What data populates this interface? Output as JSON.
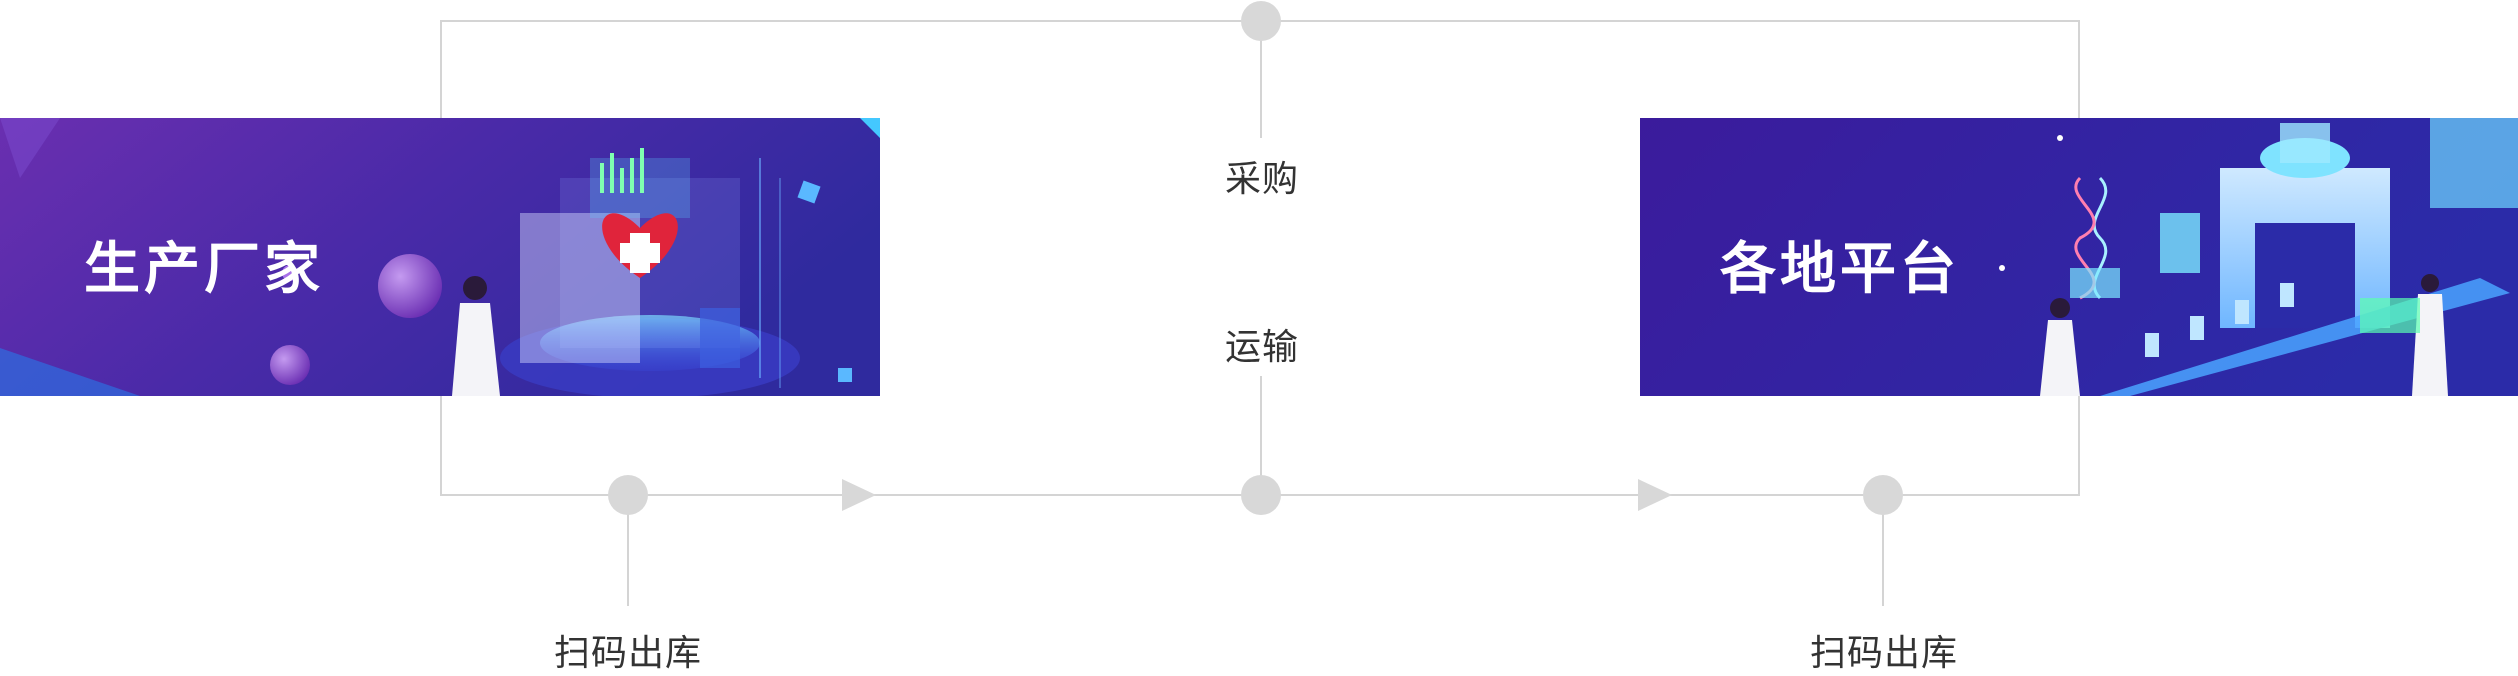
{
  "nodes": {
    "manufacturer": {
      "label": "生产厂家"
    },
    "platform": {
      "label": "各地平台"
    }
  },
  "edges": {
    "procurement": {
      "label": "采购"
    },
    "transport": {
      "label": "运输"
    },
    "outbound_left": {
      "label": "扫码出库"
    },
    "outbound_right": {
      "label": "扫码出库"
    }
  },
  "colors": {
    "line": "#d4d4d4",
    "node": "#d8d8d8",
    "banner_left": "#5b2ca6",
    "banner_right": "#3a1fa0",
    "text": "#333333"
  },
  "icons": [
    "medical-cross-heart-illustration",
    "lab-conveyor-illustration"
  ]
}
